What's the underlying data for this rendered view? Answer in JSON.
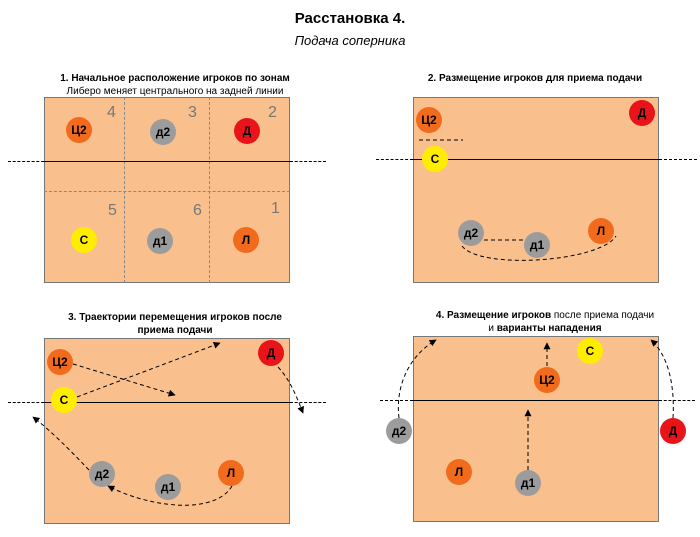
{
  "header": {
    "title": "Расстановка 4.",
    "subtitle": "Подача соперника"
  },
  "panels": {
    "p1": {
      "caption_bold": "1. Начальное расположение игроков по зонам",
      "caption_line2": "Либеро меняет центрального на задней линии",
      "zone_numbers": [
        "4",
        "3",
        "2",
        "5",
        "6",
        "1"
      ],
      "players": [
        "Ц2",
        "д2",
        "Д",
        "С",
        "д1",
        "Л"
      ]
    },
    "p2": {
      "caption_bold": "2. Размещение игроков для приема подачи",
      "players": [
        "Ц2",
        "Д",
        "С",
        "д2",
        "д1",
        "Л"
      ]
    },
    "p3": {
      "caption_bold": "3. Траектории перемещения игроков после",
      "caption_bold2": "приема подачи",
      "players": [
        "Ц2",
        "Д",
        "С",
        "д2",
        "д1",
        "Л"
      ]
    },
    "p4": {
      "caption_bold_a": "4. Размещение игроков",
      "caption_normal": " после приема подачи",
      "caption_line2_normal": "и ",
      "caption_line2_bold": "варианты нападения",
      "players": [
        "С",
        "Ц2",
        "д2",
        "Д",
        "Л",
        "д1"
      ]
    }
  },
  "colors": {
    "court": "#f9c08e",
    "setter_libero_orange": "#f26b1d",
    "opposite_red": "#e8141a",
    "setter_yellow": "#ffed00",
    "outside_gray": "#9c9c9c"
  }
}
